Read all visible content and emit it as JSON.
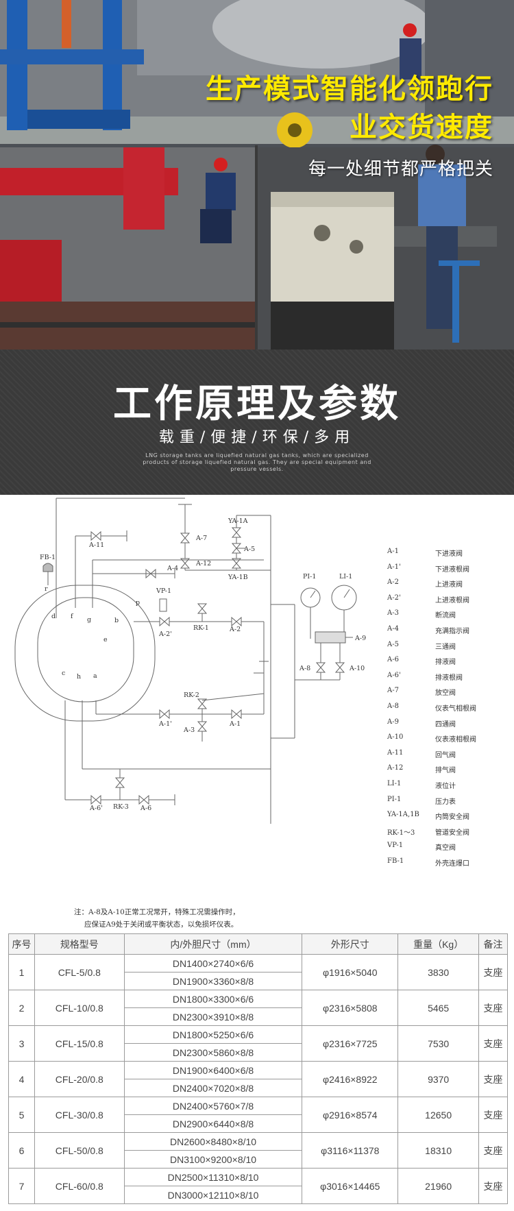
{
  "hero": {
    "title_line1": "生产模式智能化领跑行",
    "title_line2": "业交货速度",
    "subtitle": "每一处细节都严格把关"
  },
  "section": {
    "title": "工作原理及参数",
    "subtitle": "载重/便捷/环保/多用",
    "english": "LNG storage tanks are liquefied natural gas tanks, which are specialized products of storage liquefied natural gas. They are special equipment and pressure vessels."
  },
  "diagram": {
    "labels": {
      "fb1": "FB-1",
      "vp1": "VP-1",
      "pi1": "PI-1",
      "li1": "LI-1",
      "ya1a": "YA-1A",
      "ya1b": "YA-1B",
      "rk1": "RK-1",
      "rk2": "RK-2",
      "rk3": "RK-3",
      "a1": "A-1",
      "a1p": "A-1'",
      "a2": "A-2",
      "a2p": "A-2'",
      "a3": "A-3",
      "a4": "A-4",
      "a5": "A-5",
      "a6": "A-6",
      "a6p": "A-6'",
      "a7": "A-7",
      "a8": "A-8",
      "a9": "A-9",
      "a10": "A-10",
      "a11": "A-11",
      "a12": "A-12",
      "r": "r",
      "d": "d",
      "f": "f",
      "g": "g",
      "b": "b",
      "p": "p",
      "e": "e",
      "c": "c",
      "h": "h",
      "a": "a"
    },
    "legend": [
      {
        "code": "A-1",
        "desc": "下进液阀"
      },
      {
        "code": "A-1'",
        "desc": "下进液根阀"
      },
      {
        "code": "A-2",
        "desc": "上进液阀"
      },
      {
        "code": "A-2'",
        "desc": "上进液根阀"
      },
      {
        "code": "A-3",
        "desc": "断流阀"
      },
      {
        "code": "A-4",
        "desc": "充满指示阀"
      },
      {
        "code": "A-5",
        "desc": "三通阀"
      },
      {
        "code": "A-6",
        "desc": "排液阀"
      },
      {
        "code": "A-6'",
        "desc": "排液根阀"
      },
      {
        "code": "A-7",
        "desc": "放空阀"
      },
      {
        "code": "A-8",
        "desc": "仪表气相根阀"
      },
      {
        "code": "A-9",
        "desc": "四通阀"
      },
      {
        "code": "A-10",
        "desc": "仪表液相根阀"
      },
      {
        "code": "A-11",
        "desc": "回气阀"
      },
      {
        "code": "A-12",
        "desc": "排气阀"
      },
      {
        "code": "LI-1",
        "desc": "液位计"
      },
      {
        "code": "PI-1",
        "desc": "压力表"
      },
      {
        "code": "YA-1A,1B",
        "desc": "内筒安全阀"
      },
      {
        "code": "RK-1～3",
        "desc": "管道安全阀"
      },
      {
        "code": "VP-1",
        "desc": "真空阀"
      },
      {
        "code": "FB-1",
        "desc": "外壳连爆口"
      }
    ],
    "note_line1": "注：A-8及A-10正常工况常开，特殊工况需操作时，",
    "note_line2": "应保证A9处于关闭或平衡状态，以免损坏仪表。"
  },
  "table": {
    "headers": [
      "序号",
      "规格型号",
      "内/外胆尺寸（mm）",
      "外形尺寸",
      "重量（Kg）",
      "备注"
    ],
    "rows": [
      {
        "no": "1",
        "model": "CFL-5/0.8",
        "inner": "DN1400×2740×6/6",
        "outer": "DN1900×3360×8/8",
        "size": "φ1916×5040",
        "weight": "3830",
        "note": "支座"
      },
      {
        "no": "2",
        "model": "CFL-10/0.8",
        "inner": "DN1800×3300×6/6",
        "outer": "DN2300×3910×8/8",
        "size": "φ2316×5808",
        "weight": "5465",
        "note": "支座"
      },
      {
        "no": "3",
        "model": "CFL-15/0.8",
        "inner": "DN1800×5250×6/6",
        "outer": "DN2300×5860×8/8",
        "size": "φ2316×7725",
        "weight": "7530",
        "note": "支座"
      },
      {
        "no": "4",
        "model": "CFL-20/0.8",
        "inner": "DN1900×6400×6/8",
        "outer": "DN2400×7020×8/8",
        "size": "φ2416×8922",
        "weight": "9370",
        "note": "支座"
      },
      {
        "no": "5",
        "model": "CFL-30/0.8",
        "inner": "DN2400×5760×7/8",
        "outer": "DN2900×6440×8/8",
        "size": "φ2916×8574",
        "weight": "12650",
        "note": "支座"
      },
      {
        "no": "6",
        "model": "CFL-50/0.8",
        "inner": "DN2600×8480×8/10",
        "outer": "DN3100×9200×8/10",
        "size": "φ3116×11378",
        "weight": "18310",
        "note": "支座"
      },
      {
        "no": "7",
        "model": "CFL-60/0.8",
        "inner": "DN2500×11310×8/10",
        "outer": "DN3000×12110×8/10",
        "size": "φ3016×14465",
        "weight": "21960",
        "note": "支座"
      }
    ]
  }
}
